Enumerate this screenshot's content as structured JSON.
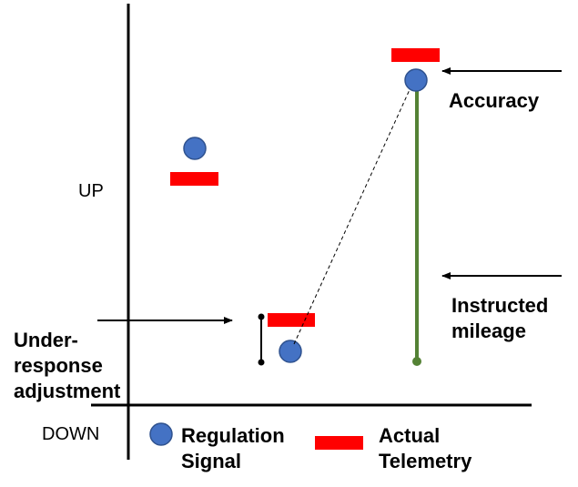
{
  "axes": {
    "up_label": "UP",
    "down_label": "DOWN"
  },
  "annotations": {
    "accuracy": "Accuracy",
    "instructed_mileage": [
      "Instructed",
      "mileage"
    ],
    "under_response": [
      "Under-",
      "response",
      "adjustment"
    ]
  },
  "legend": {
    "regulation_signal": [
      "Regulation",
      "Signal"
    ],
    "actual_telemetry": [
      "Actual",
      "Telemetry"
    ]
  },
  "colors": {
    "regulation_signal": "#4472c4",
    "regulation_signal_outline": "#2f528f",
    "actual_telemetry": "#ff0000",
    "instructed_mileage_line": "#548235",
    "axis": "#000000"
  }
}
